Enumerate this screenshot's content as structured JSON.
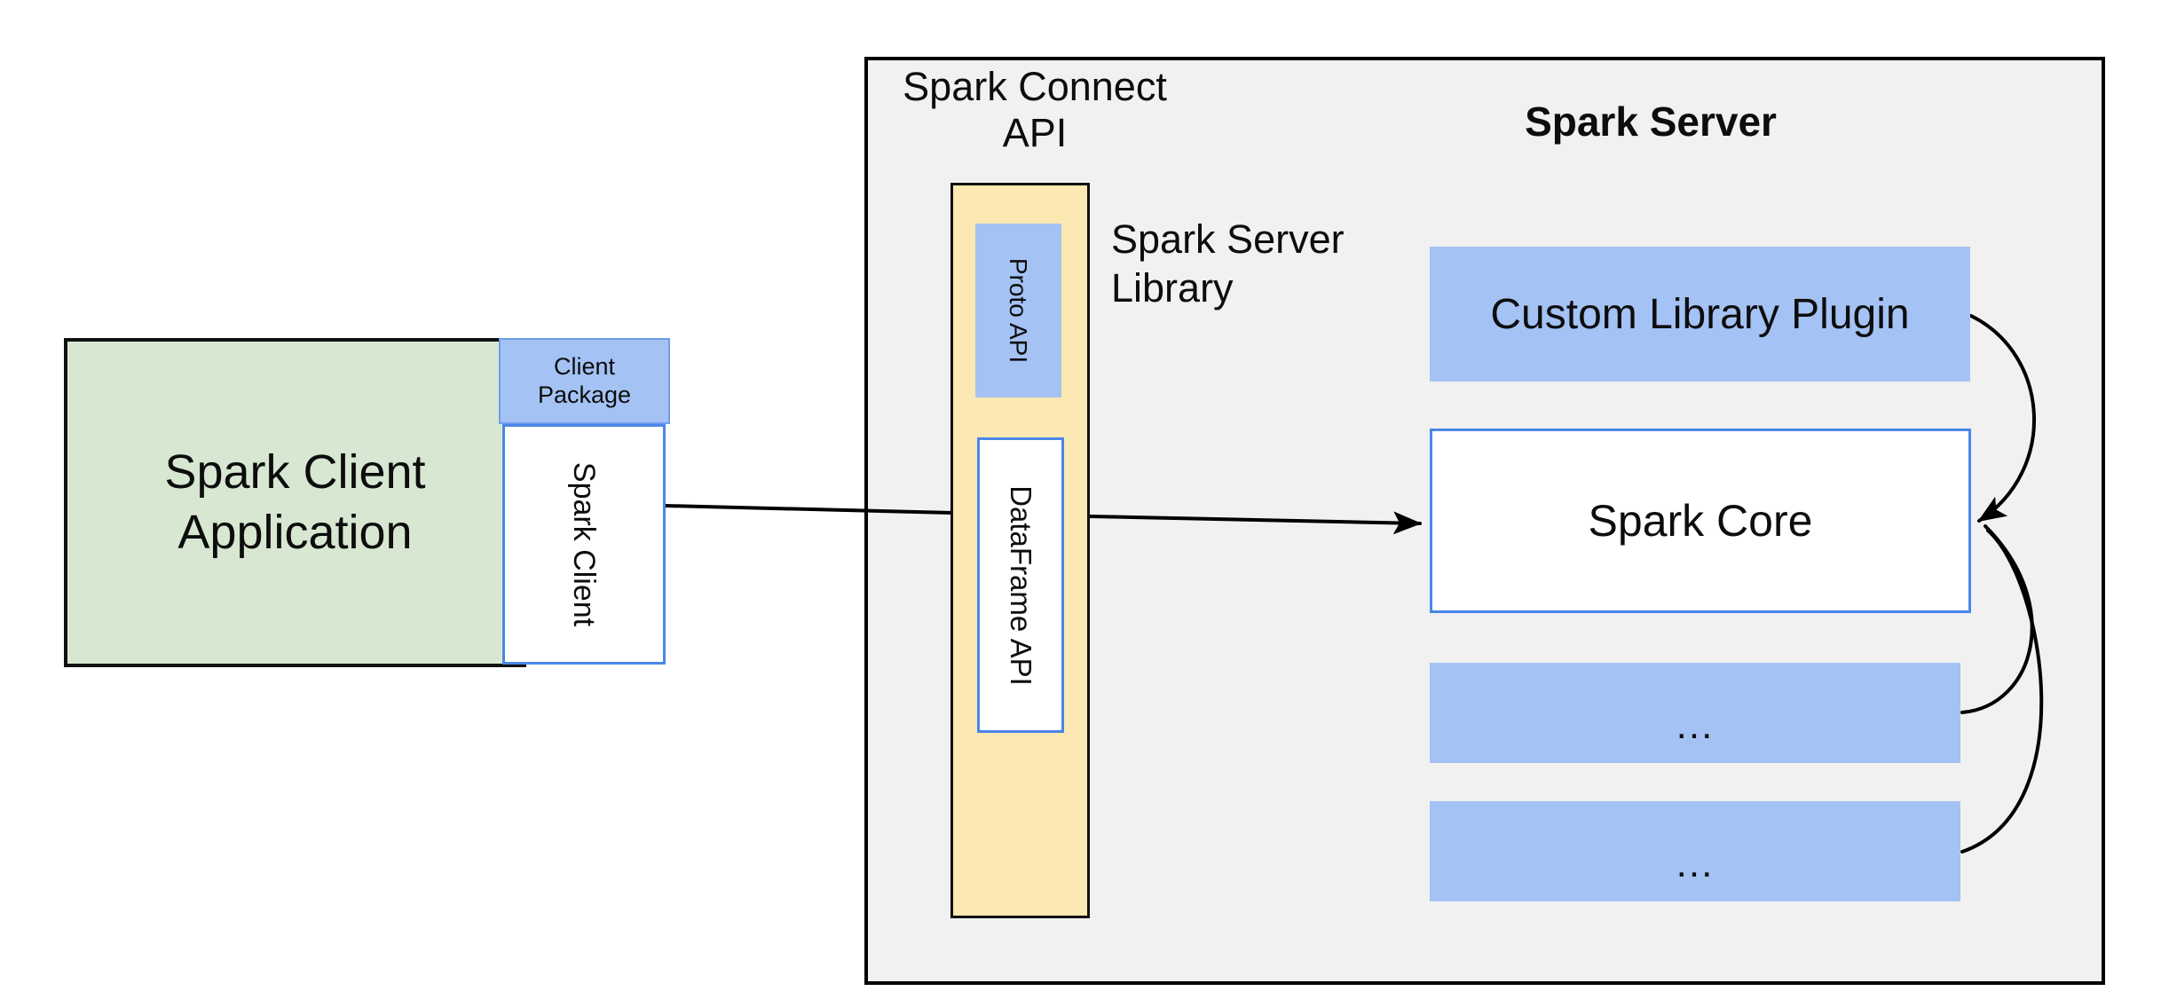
{
  "colors": {
    "container_fill": "#f1f1f2",
    "green_fill": "#d7e7d1",
    "blue_fill": "#a4c2f4",
    "yellow_fill": "#fce8b2",
    "blue_border": "#4a86e8",
    "line_black": "#000000"
  },
  "client": {
    "application_label": "Spark Client Application",
    "package_label": "Client Package",
    "spark_client_label": "Spark Client"
  },
  "connect_api": {
    "title_line1": "Spark Connect",
    "title_line2": "API",
    "proto_api_label": "Proto API",
    "dataframe_api_label": "DataFrame API",
    "library_label_line1": "Spark Server",
    "library_label_line2": "Library"
  },
  "server": {
    "title": "Spark Server",
    "custom_plugin_label": "Custom Library Plugin",
    "core_label": "Spark Core",
    "plugin_slot1_label": "...",
    "plugin_slot2_label": "..."
  }
}
